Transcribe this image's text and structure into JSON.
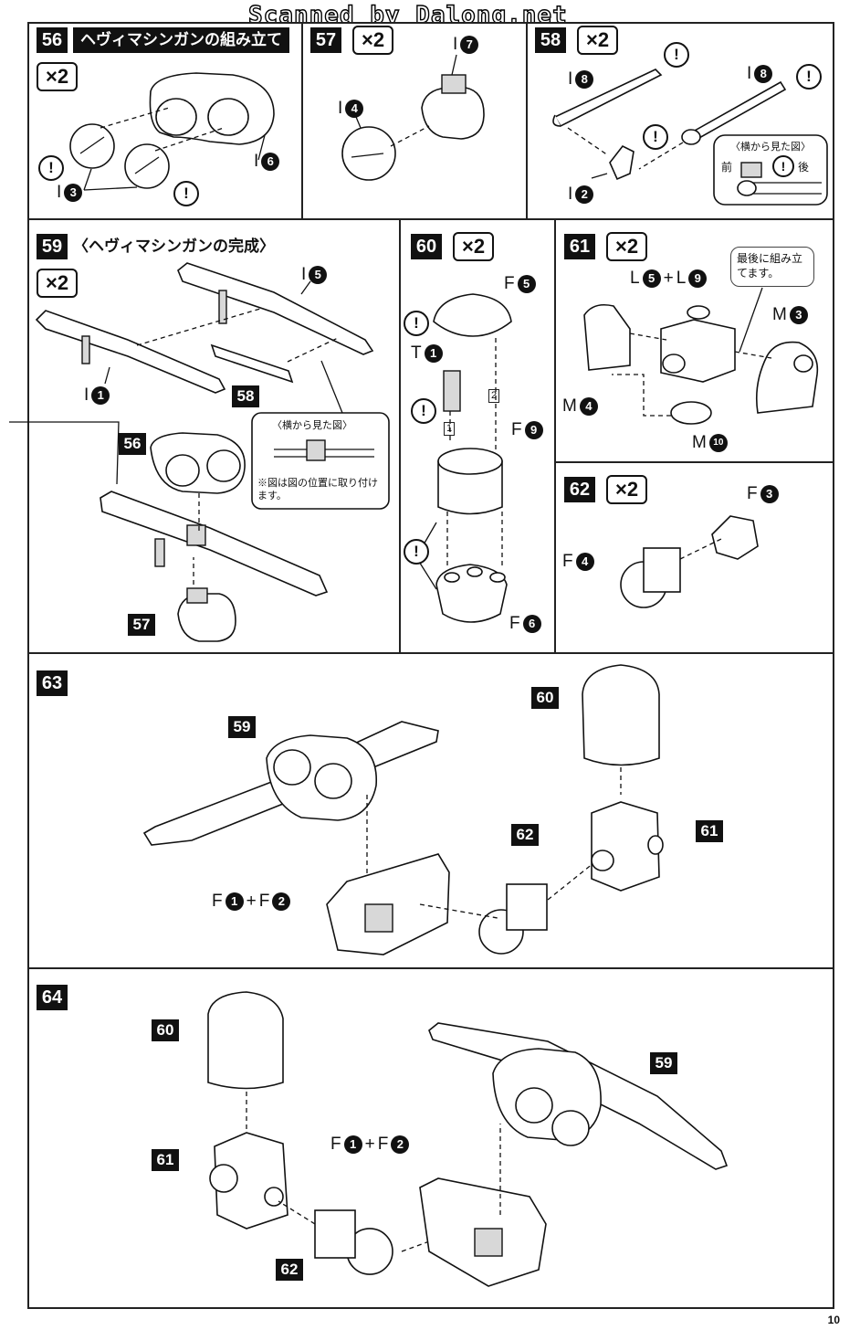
{
  "watermark": "Scanned by Dalong.net",
  "page_number": "10",
  "steps": {
    "s56": {
      "num": "56",
      "title": "ヘヴィマシンガンの組み立て",
      "mult": "×2",
      "labels": {
        "i3": {
          "pre": "I",
          "n": "3"
        },
        "i6": {
          "pre": "I",
          "n": "6"
        }
      }
    },
    "s57": {
      "num": "57",
      "mult": "×2",
      "labels": {
        "i7": {
          "pre": "I",
          "n": "7"
        },
        "i4": {
          "pre": "I",
          "n": "4"
        }
      }
    },
    "s58": {
      "num": "58",
      "mult": "×2",
      "labels": {
        "i8a": {
          "pre": "I",
          "n": "8"
        },
        "i8b": {
          "pre": "I",
          "n": "8"
        },
        "i2": {
          "pre": "I",
          "n": "2"
        }
      },
      "note": {
        "title": "〈横から見た図〉",
        "front": "前",
        "back": "後"
      }
    },
    "s59": {
      "num": "59",
      "title": "〈ヘヴィマシンガンの完成〉",
      "mult": "×2",
      "labels": {
        "i5": {
          "pre": "I",
          "n": "5"
        },
        "i1": {
          "pre": "I",
          "n": "1"
        }
      },
      "ref58": "58",
      "ref56": "56",
      "ref57": "57",
      "note": {
        "title": "〈横から見た図〉",
        "body": "※図は図の位置に取り付けます。"
      }
    },
    "s60": {
      "num": "60",
      "mult": "×2",
      "labels": {
        "f5": {
          "pre": "F",
          "n": "5"
        },
        "t1": {
          "pre": "T",
          "n": "1"
        },
        "f9": {
          "pre": "F",
          "n": "9"
        },
        "f6": {
          "pre": "F",
          "n": "6"
        }
      },
      "order1": "1",
      "order2": "2"
    },
    "s61": {
      "num": "61",
      "mult": "×2",
      "labels": {
        "l5": {
          "pre": "L",
          "n": "5"
        },
        "plus": "+",
        "l9": {
          "pre": "L",
          "n": "9"
        },
        "m3": {
          "pre": "M",
          "n": "3"
        },
        "m4": {
          "pre": "M",
          "n": "4"
        },
        "m10": {
          "pre": "M",
          "n": "10"
        }
      },
      "note": "最後に組み立てます。"
    },
    "s62": {
      "num": "62",
      "mult": "×2",
      "labels": {
        "f3": {
          "pre": "F",
          "n": "3"
        },
        "f4": {
          "pre": "F",
          "n": "4"
        }
      }
    },
    "s63": {
      "num": "63",
      "refs": {
        "r59": "59",
        "r60": "60",
        "r61": "61",
        "r62": "62"
      },
      "labels": {
        "f1": {
          "pre": "F",
          "n": "1"
        },
        "plus": "+",
        "f2": {
          "pre": "F",
          "n": "2"
        }
      }
    },
    "s64": {
      "num": "64",
      "refs": {
        "r59": "59",
        "r60": "60",
        "r61": "61",
        "r62": "62"
      },
      "labels": {
        "f1": {
          "pre": "F",
          "n": "1"
        },
        "plus": "+",
        "f2": {
          "pre": "F",
          "n": "2"
        }
      }
    }
  },
  "icons": {
    "caution": "!",
    "caution_icon": "exclamation-circle-icon"
  }
}
